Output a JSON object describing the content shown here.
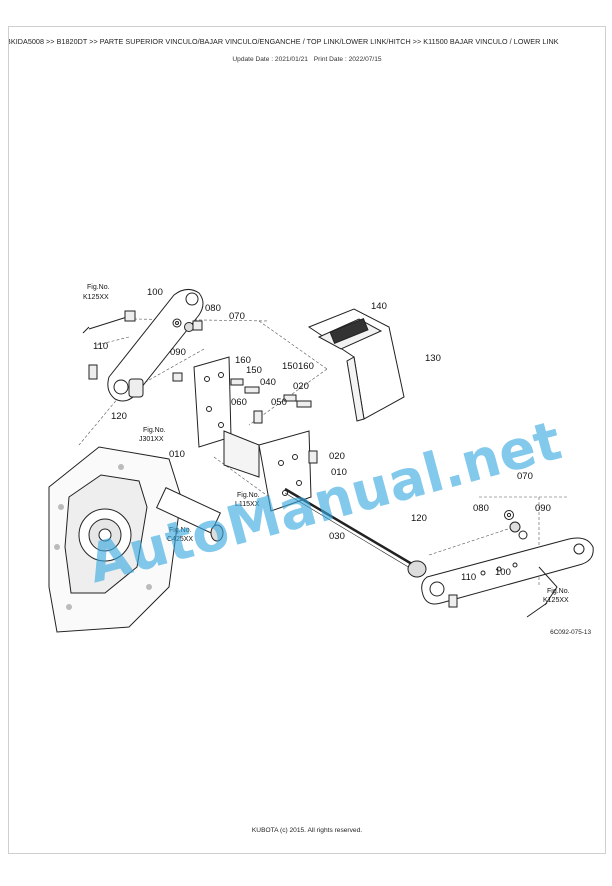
{
  "header": {
    "breadcrumb": "BKIDA5008 >> B1820DT >> PARTE SUPERIOR VINCULO/BAJAR VINCULO/ENGANCHE / TOP LINK/LOWER LINK/HITCH >> K11500   BAJAR VINCULO / LOWER LINK",
    "update_date": "Update Date : 2021/01/21",
    "print_date": "Print Date : 2022/07/15"
  },
  "diagram": {
    "callouts": [
      "100",
      "080",
      "070",
      "110",
      "090",
      "120",
      "140",
      "130",
      "160",
      "150",
      "040",
      "150",
      "160",
      "020",
      "060",
      "050",
      "010",
      "010",
      "020",
      "030",
      "120",
      "070",
      "080",
      "090",
      "110",
      "100"
    ],
    "fig_refs": [
      {
        "label": "Fig.No.",
        "code": "K125XX"
      },
      {
        "label": "Fig.No.",
        "code": "J301XX"
      },
      {
        "label": "Fig.No.",
        "code": "L115XX"
      },
      {
        "label": "Fig.No.",
        "code": "C425XX"
      },
      {
        "label": "Fig.No.",
        "code": "K125XX"
      }
    ],
    "drawing_code": "6C092-075-13",
    "watermark": "AutoManual.net"
  },
  "footer": {
    "copyright": "KUBOTA (c) 2015. All rights reserved."
  }
}
